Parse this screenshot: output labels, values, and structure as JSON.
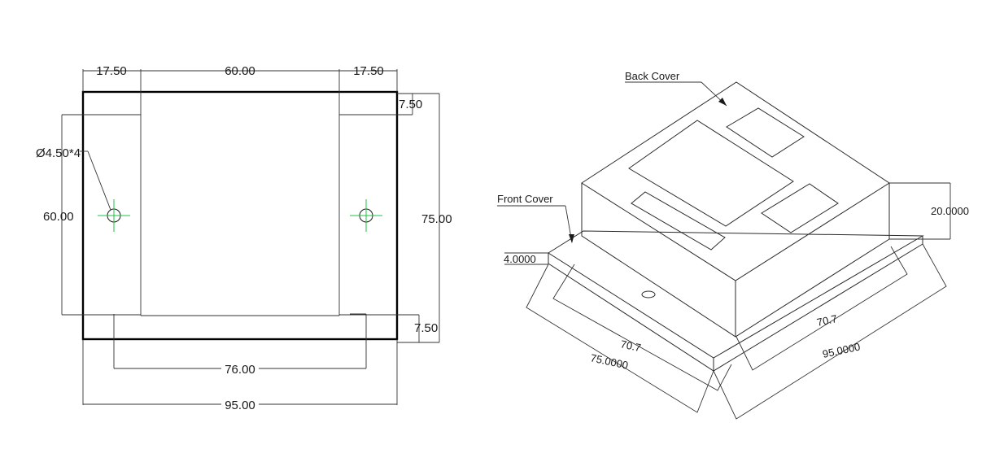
{
  "top_view": {
    "dim_left_margin": "17.50",
    "dim_center_width": "60.00",
    "dim_right_margin": "17.50",
    "dim_top_inset": "7.50",
    "dim_hole_callout": "Ø4.50*4",
    "dim_inner_height": "60.00",
    "dim_total_height": "75.00",
    "dim_bottom_inset": "7.50",
    "dim_hole_spacing": "76.00",
    "dim_total_width": "95.00"
  },
  "iso_view": {
    "label_back_cover": "Back Cover",
    "label_front_cover": "Front Cover",
    "dim_height": "20.0000",
    "dim_base_thickness": "4.0000",
    "dim_left_inner": "70.7",
    "dim_left_outer": "75.0000",
    "dim_right_inner": "70.7",
    "dim_right_outer": "95.0000"
  },
  "colors": {
    "centerline": "#22c34a",
    "outline": "#000000",
    "line": "#333333"
  }
}
